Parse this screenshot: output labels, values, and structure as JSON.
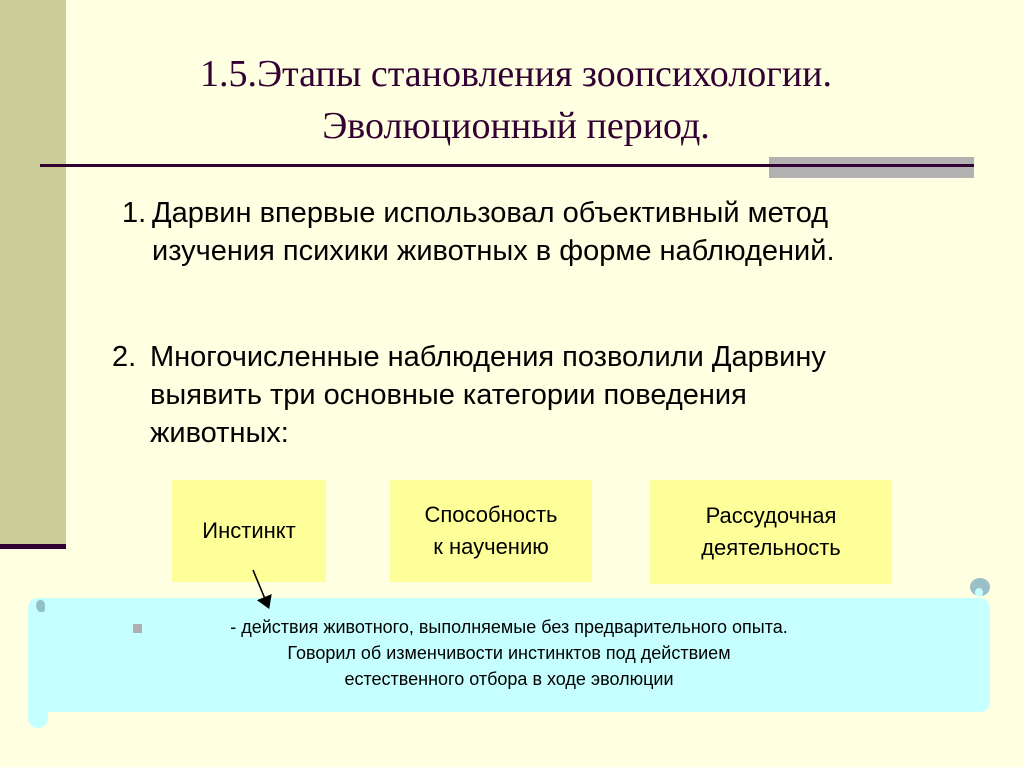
{
  "slide": {
    "title_line1": "1.5.Этапы становления зоопсихологии.",
    "title_line2": "Эволюционный период.",
    "points": [
      {
        "number": "1.",
        "lines": [
          "Дарвин впервые использовал объективный метод",
          "изучения психики животных в форме наблюдений."
        ]
      },
      {
        "number": "2.",
        "lines": [
          "Многочисленные наблюдения позволили Дарвину",
          "выявить три основные категории поведения",
          "животных:"
        ]
      }
    ],
    "categories": [
      {
        "label_lines": [
          "Инстинкт"
        ]
      },
      {
        "label_lines": [
          "Способность",
          "к научению"
        ]
      },
      {
        "label_lines": [
          "Рассудочная",
          "деятельность"
        ]
      }
    ],
    "scroll": {
      "bullet_icon": "square-bullet",
      "lines": [
        "-  действия животного, выполняемые без предварительного опыта.",
        "Говорил об изменчивости инстинктов под действием",
        "естественного отбора в ходе эволюции"
      ]
    }
  },
  "colors": {
    "background": "#FFFFE1",
    "side_band": "#CCCC99",
    "title_text": "#330033",
    "rule": "#330033",
    "rule_accent": "#B2B2B2",
    "category_box": "#FFFF99",
    "scroll_fill": "#C6FFFF",
    "bullet": "#AFAFAF"
  }
}
